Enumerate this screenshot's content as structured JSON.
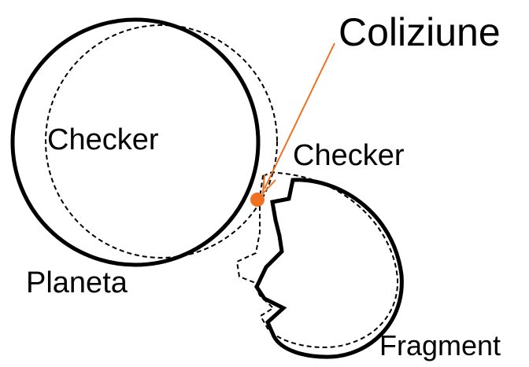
{
  "labels": {
    "collision": "Coliziune",
    "planet_checker": "Checker",
    "fragment_checker": "Checker",
    "planet": "Planeta",
    "fragment": "Fragment"
  },
  "colors": {
    "outline": "#000000",
    "collision_accent": "#f07020"
  }
}
